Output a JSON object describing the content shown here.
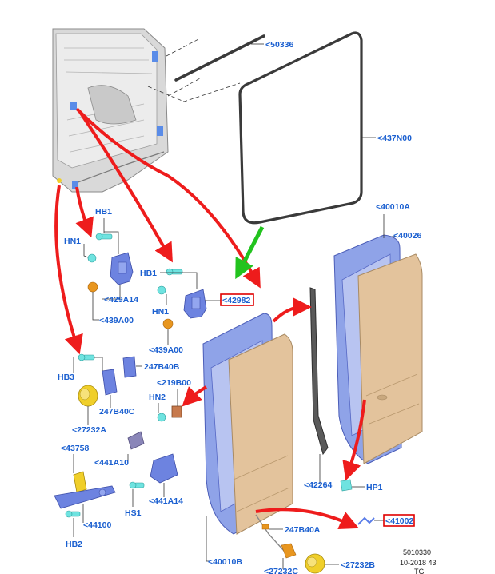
{
  "labels": {
    "l50336": "<50336",
    "l437N00": "<437N00",
    "l40010A": "<40010A",
    "l40026": "<40026",
    "l42982": "<42982",
    "lHB1a": "HB1",
    "lHN1a": "HN1",
    "l429A14": "<429A14",
    "l439A00a": "<439A00",
    "lHB1b": "HB1",
    "lHN1b": "HN1",
    "l439A00b": "<439A00",
    "l247B40B": "247B40B",
    "lHB3": "HB3",
    "l219B00": "<219B00",
    "lHN2": "HN2",
    "l247B40C": "247B40C",
    "l27232A": "<27232A",
    "l43758": "<43758",
    "l441A10": "<441A10",
    "l441A14": "<441A14",
    "lHS1": "HS1",
    "l44100": "<44100",
    "lHB2": "HB2",
    "l42264": "<42264",
    "lHP1": "HP1",
    "l41002": "<41002",
    "l247B40A": "247B40A",
    "l40010B": "<40010B",
    "l27232C": "<27232C",
    "l27232B": "<27232B"
  },
  "footer": {
    "code": "5010330",
    "date": "10-2018 43",
    "initials": "TG"
  },
  "colors": {
    "label_blue": "#1a5fd0",
    "arrow_red": "#ee1c1c",
    "arrow_green": "#22c31e",
    "door_inner_blue": "#8fa3e8",
    "door_outer_tan": "#e3c39c",
    "fastener_cyan": "#6fe3e0",
    "part_orange": "#e8961f",
    "part_yellow": "#f0cf2a"
  }
}
